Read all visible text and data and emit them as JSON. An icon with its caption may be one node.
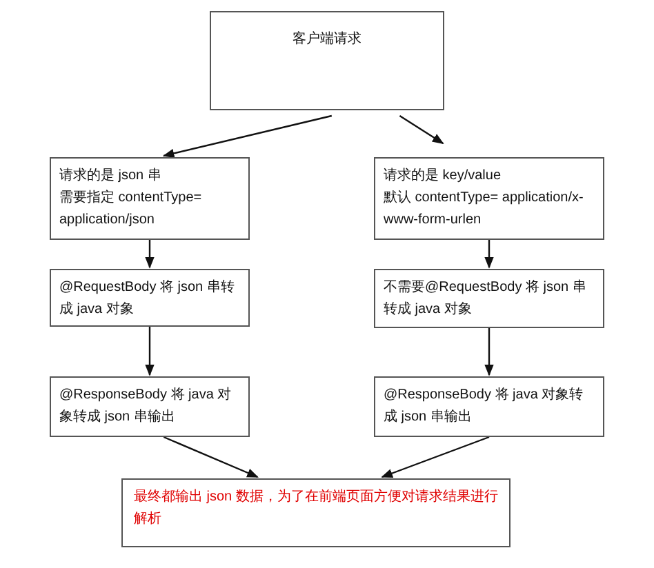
{
  "diagram": {
    "nodes": [
      {
        "text": [
          "客户端请求"
        ]
      },
      {
        "text": [
          "请求的是 json 串",
          "需要指定 contentType= application/json"
        ]
      },
      {
        "text": [
          "请求的是 key/value",
          "默认 contentType= application/x-www-form-urlen"
        ]
      },
      {
        "text": [
          "@RequestBody 将 json 串转成 java 对象"
        ]
      },
      {
        "text": [
          "不需要@RequestBody 将 json 串转成 java 对象"
        ]
      },
      {
        "text": [
          "@ResponseBody 将 java 对象转成 json 串输出"
        ]
      },
      {
        "text": [
          "@ResponseBody 将 java 对象转成 json 串输出"
        ]
      },
      {
        "text": [
          "最终都输出 json 数据，为了在前端页面方便对请求结果进行解析"
        ]
      }
    ],
    "edges": [
      {
        "from": 0,
        "to": 1,
        "arrow": "to"
      },
      {
        "from": 0,
        "to": 2,
        "arrow": "to"
      },
      {
        "from": 1,
        "to": 3,
        "arrow": "to"
      },
      {
        "from": 2,
        "to": 4,
        "arrow": "to"
      },
      {
        "from": 3,
        "to": 5,
        "arrow": "to"
      },
      {
        "from": 4,
        "to": 6,
        "arrow": "to"
      },
      {
        "from": 5,
        "to": 7,
        "arrow": "to"
      },
      {
        "from": 6,
        "to": 7,
        "arrow": "to"
      }
    ]
  }
}
